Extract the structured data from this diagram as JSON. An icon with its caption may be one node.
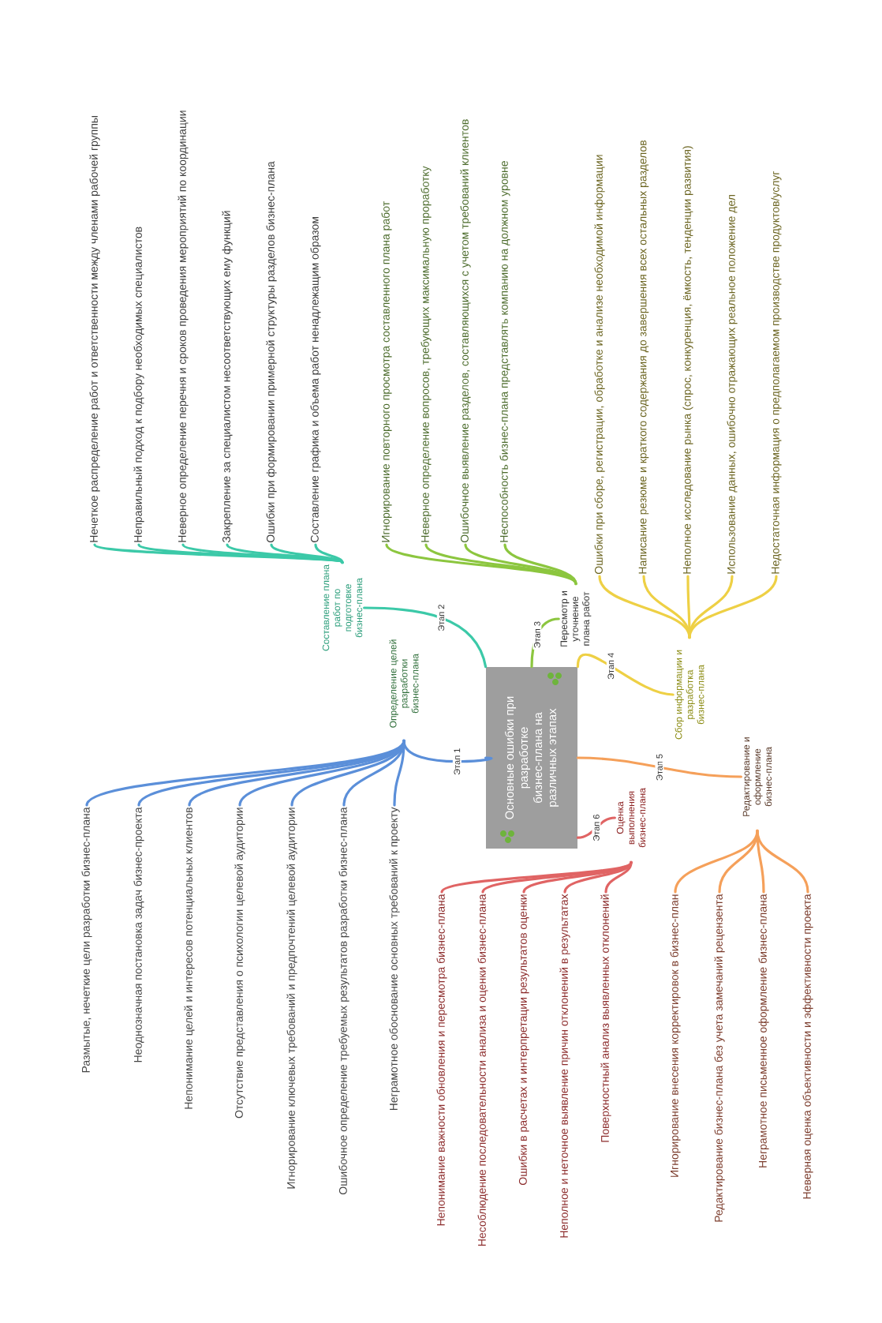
{
  "diagram": {
    "nodes": [
      {
        "text": [
          "Основные ошибки при разработке бизнес-плана на различных этапах"
        ]
      },
      {
        "text": [
          "Определение целей разработки бизнес-плана"
        ]
      },
      {
        "text": [
          "Составление плана работ по подготовке бизнес-плана"
        ]
      },
      {
        "text": [
          "Пересмотр и уточнение плана работ"
        ]
      },
      {
        "text": [
          "Сбор информации и разработка бизнес-плана"
        ]
      },
      {
        "text": [
          "Редактирование и оформление бизнес-плана"
        ]
      },
      {
        "text": [
          "Оценка выполнения бизнес-плана"
        ]
      },
      {
        "text": [
          "Размытые, нечеткие цели разработки бизнес-плана"
        ]
      },
      {
        "text": [
          "Неоднозначная постановка задач бизнес-проекта"
        ]
      },
      {
        "text": [
          "Непонимание целей и интересов потенциальных клиентов"
        ]
      },
      {
        "text": [
          "Отсутствие представления о психологии целевой аудитории"
        ]
      },
      {
        "text": [
          "Игнорирование ключевых требований и предпочтений целевой аудитории"
        ]
      },
      {
        "text": [
          "Ошибочное определение требуемых результатов разработки бизнес-плана"
        ]
      },
      {
        "text": [
          "Неграмотное обоснование основных требований к проекту"
        ]
      },
      {
        "text": [
          "Нечеткое распределение работ и ответственности между членами рабочей группы"
        ]
      },
      {
        "text": [
          "Неправильный подход к подбору необходимых специалистов"
        ]
      },
      {
        "text": [
          "Неверное определение перечня и сроков проведения мероприятий по координации"
        ]
      },
      {
        "text": [
          "Закрепление за специалистом несоответствующих ему функций"
        ]
      },
      {
        "text": [
          "Ошибки при формировании примерной структуры разделов бизнес-плана"
        ]
      },
      {
        "text": [
          "Составление графика и объема работ ненадлежащим образом"
        ]
      },
      {
        "text": [
          "Игнорирование повторного просмотра составленного плана работ"
        ]
      },
      {
        "text": [
          "Неверное определение вопросов, требующих максимальную проработку"
        ]
      },
      {
        "text": [
          "Ошибочное выявление разделов, составляющихся с учетом требований клиентов"
        ]
      },
      {
        "text": [
          "Неспособность бизнес-плана представлять компанию на должном уровне"
        ]
      },
      {
        "text": [
          "Ошибки при сборе, регистрации, обработке и анализе необходимой информации"
        ]
      },
      {
        "text": [
          "Написание резюме и краткого содержания до завершения всех остальных разделов"
        ]
      },
      {
        "text": [
          "Неполное исследование рынка (спрос, конкуренция, ёмкость, тенденции развития)"
        ]
      },
      {
        "text": [
          "Использование данных, ошибочно отражающих реальное положение дел"
        ]
      },
      {
        "text": [
          "Недостаточная информация о предполагаемом производстве продуктов/услуг"
        ]
      },
      {
        "text": [
          "Игнорирование внесения корректировок в бизнес-план"
        ]
      },
      {
        "text": [
          "Редактирование бизнес-плана без учета замечаний рецензента"
        ]
      },
      {
        "text": [
          "Неграмотное письменное оформление бизнес-плана"
        ]
      },
      {
        "text": [
          "Неверная оценка объективности и эффективности проекта"
        ]
      },
      {
        "text": [
          "Непонимание важности обновления и пересмотра бизнес-плана"
        ]
      },
      {
        "text": [
          "Несоблюдение последовательности анализа и оценки бизнес-плана"
        ]
      },
      {
        "text": [
          "Ошибки в расчетах и интерпретации результатов оценки"
        ]
      },
      {
        "text": [
          "Неполное и неточное выявление причин отклонений в результатах"
        ]
      },
      {
        "text": [
          "Поверхностный анализ выявленных отклонений"
        ]
      }
    ],
    "edges": [
      {
        "from": 0,
        "to": 1,
        "arrow": "none",
        "label": "Этап 1",
        "color": "#5b8fd9"
      },
      {
        "from": 0,
        "to": 2,
        "arrow": "none",
        "label": "Этап 2",
        "color": "#3cc9a8"
      },
      {
        "from": 0,
        "to": 3,
        "arrow": "none",
        "label": "Этап 3",
        "color": "#8cc63f"
      },
      {
        "from": 0,
        "to": 4,
        "arrow": "none",
        "label": "Этап 4",
        "color": "#eed045"
      },
      {
        "from": 0,
        "to": 5,
        "arrow": "none",
        "label": "Этап 5",
        "color": "#f5a05a"
      },
      {
        "from": 0,
        "to": 6,
        "arrow": "none",
        "label": "Этап 6",
        "color": "#e06464"
      },
      {
        "from": 1,
        "to": 7,
        "arrow": "none",
        "color": "#5b8fd9"
      },
      {
        "from": 1,
        "to": 8,
        "arrow": "none",
        "color": "#5b8fd9"
      },
      {
        "from": 1,
        "to": 9,
        "arrow": "none",
        "color": "#5b8fd9"
      },
      {
        "from": 1,
        "to": 10,
        "arrow": "none",
        "color": "#5b8fd9"
      },
      {
        "from": 1,
        "to": 11,
        "arrow": "none",
        "color": "#5b8fd9"
      },
      {
        "from": 1,
        "to": 12,
        "arrow": "none",
        "color": "#5b8fd9"
      },
      {
        "from": 1,
        "to": 13,
        "arrow": "none",
        "color": "#5b8fd9"
      },
      {
        "from": 2,
        "to": 14,
        "arrow": "none",
        "color": "#3cc9a8"
      },
      {
        "from": 2,
        "to": 15,
        "arrow": "none",
        "color": "#3cc9a8"
      },
      {
        "from": 2,
        "to": 16,
        "arrow": "none",
        "color": "#3cc9a8"
      },
      {
        "from": 2,
        "to": 17,
        "arrow": "none",
        "color": "#3cc9a8"
      },
      {
        "from": 2,
        "to": 18,
        "arrow": "none",
        "color": "#3cc9a8"
      },
      {
        "from": 2,
        "to": 19,
        "arrow": "none",
        "color": "#3cc9a8"
      },
      {
        "from": 3,
        "to": 20,
        "arrow": "none",
        "color": "#8cc63f"
      },
      {
        "from": 3,
        "to": 21,
        "arrow": "none",
        "color": "#8cc63f"
      },
      {
        "from": 3,
        "to": 22,
        "arrow": "none",
        "color": "#8cc63f"
      },
      {
        "from": 3,
        "to": 23,
        "arrow": "none",
        "color": "#8cc63f"
      },
      {
        "from": 4,
        "to": 24,
        "arrow": "none",
        "color": "#eed045"
      },
      {
        "from": 4,
        "to": 25,
        "arrow": "none",
        "color": "#eed045"
      },
      {
        "from": 4,
        "to": 26,
        "arrow": "none",
        "color": "#eed045"
      },
      {
        "from": 4,
        "to": 27,
        "arrow": "none",
        "color": "#eed045"
      },
      {
        "from": 4,
        "to": 28,
        "arrow": "none",
        "color": "#eed045"
      },
      {
        "from": 5,
        "to": 29,
        "arrow": "none",
        "color": "#f5a05a"
      },
      {
        "from": 5,
        "to": 30,
        "arrow": "none",
        "color": "#f5a05a"
      },
      {
        "from": 5,
        "to": 31,
        "arrow": "none",
        "color": "#f5a05a"
      },
      {
        "from": 5,
        "to": 32,
        "arrow": "none",
        "color": "#f5a05a"
      },
      {
        "from": 6,
        "to": 33,
        "arrow": "none",
        "color": "#e06464"
      },
      {
        "from": 6,
        "to": 34,
        "arrow": "none",
        "color": "#e06464"
      },
      {
        "from": 6,
        "to": 35,
        "arrow": "none",
        "color": "#e06464"
      },
      {
        "from": 6,
        "to": 36,
        "arrow": "none",
        "color": "#e06464"
      },
      {
        "from": 6,
        "to": 37,
        "arrow": "none",
        "color": "#e06464"
      }
    ]
  }
}
